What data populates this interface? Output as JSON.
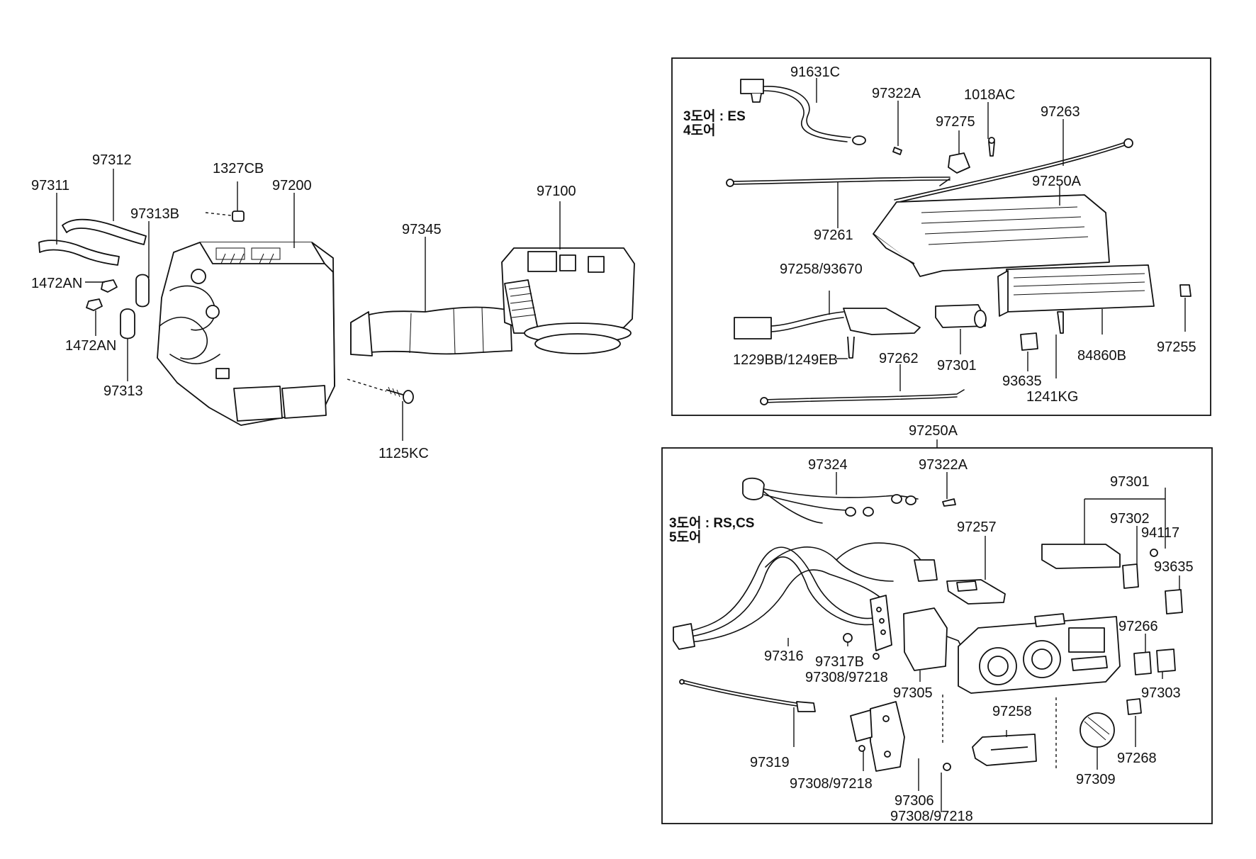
{
  "labels": {
    "l97311": "97311",
    "l97312": "97312",
    "l1327CB": "1327CB",
    "l97200": "97200",
    "l97100": "97100",
    "l97313B": "97313B",
    "l97345": "97345",
    "l1472AN_a": "1472AN",
    "l1472AN_b": "1472AN",
    "l97313": "97313",
    "l1125KC": "1125KC",
    "l91631C": "91631C",
    "l97322A_a": "97322A",
    "l1018AC": "1018AC",
    "l97275": "97275",
    "l97263": "97263",
    "l97250A_a": "97250A",
    "l97261": "97261",
    "l97258_93670": "97258/93670",
    "l1229BB_1249EB": "1229BB/1249EB",
    "l97262": "97262",
    "l97301_a": "97301",
    "l93635_a": "93635",
    "l1241KG": "1241KG",
    "l84860B": "84860B",
    "l97255": "97255",
    "l97250A_b": "97250A",
    "l97324": "97324",
    "l97322A_b": "97322A",
    "l97301_b": "97301",
    "l97302": "97302",
    "l94117": "94117",
    "l97257": "97257",
    "l93635_b": "93635",
    "l97266": "97266",
    "l97316": "97316",
    "l97317B": "97317B",
    "l97308_97218_a": "97308/97218",
    "l97305": "97305",
    "l97303": "97303",
    "l97258": "97258",
    "l97268": "97268",
    "l97319": "97319",
    "l97308_97218_b": "97308/97218",
    "l97306": "97306",
    "l97309": "97309",
    "l97308_97218_c": "97308/97218"
  },
  "variants": {
    "top_line1": "3도어 : ES",
    "top_line2": "4도어",
    "bottom_line1": "3도어 : RS,CS",
    "bottom_line2": "5도어"
  }
}
